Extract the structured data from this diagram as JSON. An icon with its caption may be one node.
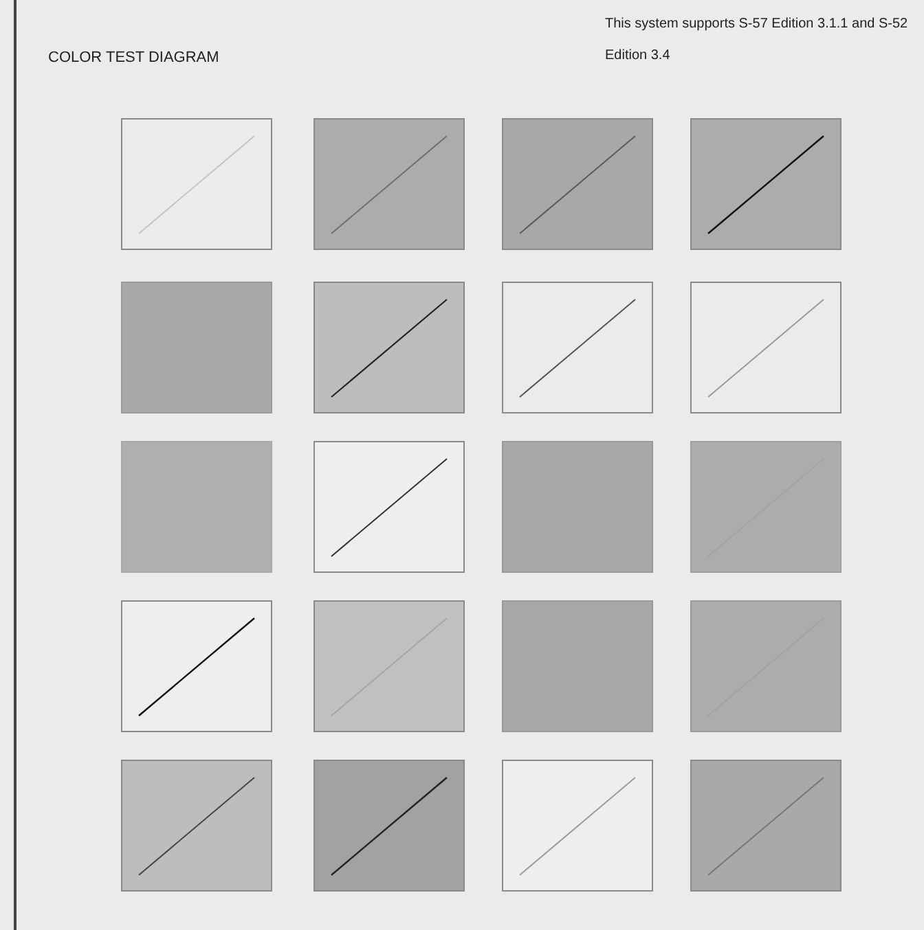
{
  "diagram": {
    "title": "COLOR TEST DIAGRAM",
    "nodes": [
      {
        "text": [],
        "shape": "box"
      },
      {
        "text": [],
        "shape": "box"
      },
      {
        "text": [],
        "shape": "box"
      },
      {
        "text": [],
        "shape": "box"
      },
      {
        "text": [],
        "shape": "box"
      },
      {
        "text": [],
        "shape": "box"
      },
      {
        "text": [],
        "shape": "box"
      },
      {
        "text": [],
        "shape": "box"
      },
      {
        "text": [],
        "shape": "box"
      },
      {
        "text": [],
        "shape": "box"
      },
      {
        "text": [],
        "shape": "box"
      },
      {
        "text": [],
        "shape": "box"
      },
      {
        "text": [],
        "shape": "box"
      },
      {
        "text": [],
        "shape": "box"
      },
      {
        "text": [],
        "shape": "box"
      },
      {
        "text": [],
        "shape": "box"
      },
      {
        "text": [],
        "shape": "box"
      },
      {
        "text": [],
        "shape": "box"
      },
      {
        "text": [],
        "shape": "box"
      },
      {
        "text": [],
        "shape": "box"
      }
    ],
    "labels": [
      "This system supports S-57 Edition 3.1.1 and S-52 Edition 3.4"
    ]
  }
}
